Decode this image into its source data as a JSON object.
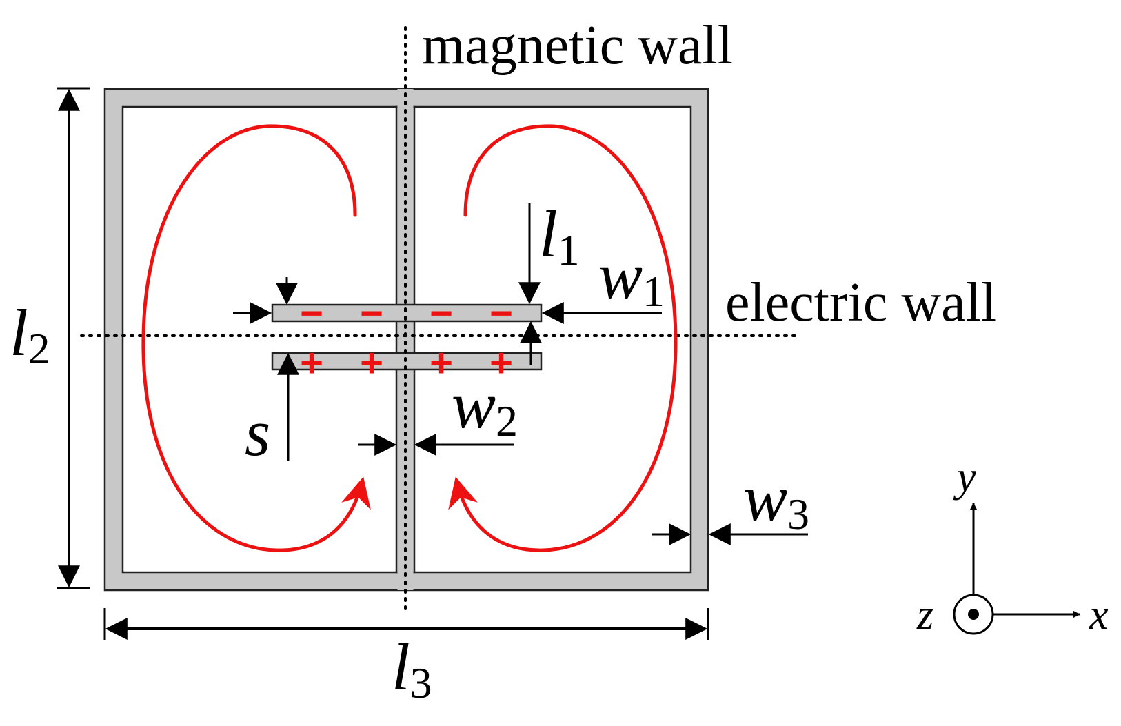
{
  "labels": {
    "magnetic_wall": "magnetic wall",
    "electric_wall": "electric wall"
  },
  "dimensions": {
    "l1": {
      "base": "l",
      "sub": "1"
    },
    "l2": {
      "base": "l",
      "sub": "2"
    },
    "l3": {
      "base": "l",
      "sub": "3"
    },
    "w1": {
      "base": "w",
      "sub": "1"
    },
    "w2": {
      "base": "w",
      "sub": "2"
    },
    "w3": {
      "base": "w",
      "sub": "3"
    },
    "s": "s"
  },
  "axes": {
    "x": "x",
    "y": "y",
    "z": "z"
  },
  "charges": {
    "top_sign": "−",
    "bottom_sign": "+"
  },
  "colors": {
    "metal_fill": "#c8c8c8",
    "current": "#ee1111",
    "line": "#000000"
  }
}
